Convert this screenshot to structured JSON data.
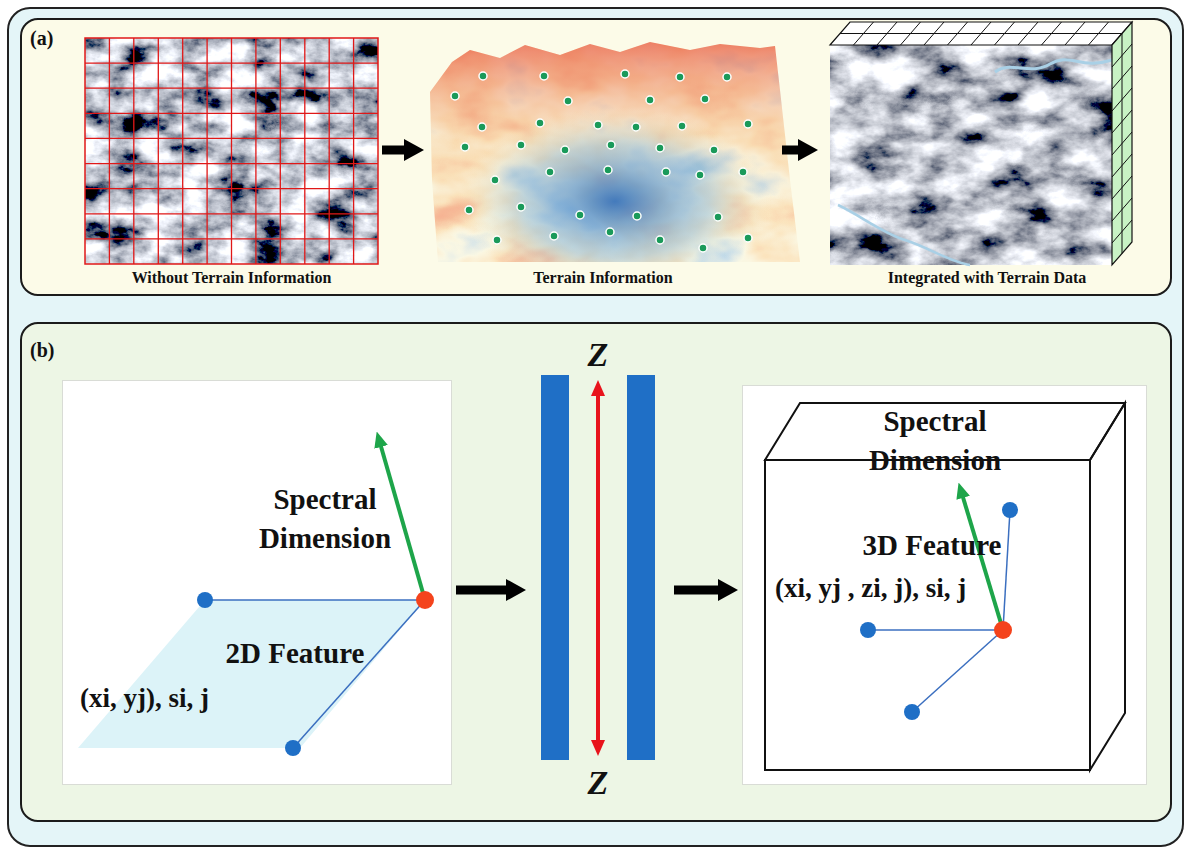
{
  "diagram": {
    "nodes": [
      {
        "text": [
          "(a)"
        ]
      },
      {
        "text": [
          "Without Terrain Information"
        ],
        "in": 0
      },
      {
        "text": [
          "Terrain Information"
        ],
        "in": 0
      },
      {
        "text": [
          "Integrated with Terrain Data"
        ],
        "in": 0
      },
      {
        "text": [
          "(b)"
        ]
      },
      {
        "text": [
          "Spectral Dimension",
          "2D Feature",
          "(xi, yj), si, j"
        ],
        "in": 4
      },
      {
        "text": [
          "Z",
          "Z"
        ],
        "in": 4
      },
      {
        "text": [
          "Spectral Dimension",
          "3D Feature",
          "(xi, yj , zi, j), si, j"
        ],
        "in": 4
      }
    ],
    "edges": [
      {
        "from": 1,
        "to": 2,
        "arrow": "to"
      },
      {
        "from": 2,
        "to": 3,
        "arrow": "to"
      },
      {
        "from": 5,
        "to": 6,
        "arrow": "to"
      },
      {
        "from": 6,
        "to": 7,
        "arrow": "to"
      }
    ]
  }
}
